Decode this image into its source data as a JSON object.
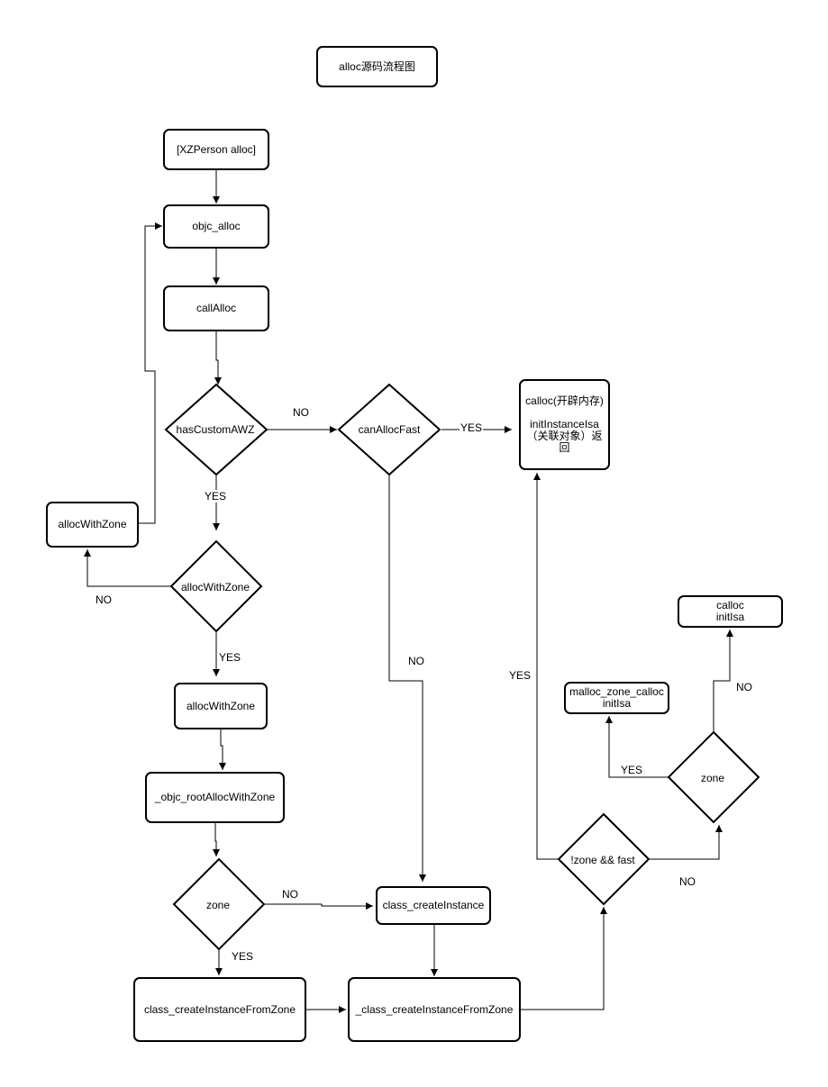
{
  "title": "alloc源码流程图",
  "nodes": {
    "xzperson_alloc": "[XZPerson alloc]",
    "objc_alloc": "objc_alloc",
    "callalloc": "callAlloc",
    "hascustomawz": "hasCustomAWZ",
    "canallocfast": "canAllocFast",
    "calloc_block": "calloc(开辟内存)\n\ninitInstanceIsa\n（关联对象）返\n回",
    "allocwithzone_left": "allocWithZone",
    "allocwithzone_decision": "allocWithZone",
    "allocwithzone_mid": "allocWithZone",
    "objc_rootallocwithzone": "_objc_rootAllocWithZone",
    "zone_decision_left": "zone",
    "class_createinstance": "class_createInstance",
    "class_createinstancefromzone": "class_createInstanceFromZone",
    "_class_createinstancefromzone": "_class_createInstanceFromZone",
    "notzone_fast": "!zone && fast",
    "zone_decision_right": "zone",
    "malloc_zone_calloc": "malloc_zone_calloc\ninitIsa",
    "calloc_initisa": "calloc\ninitIsa"
  },
  "edge_labels": {
    "hascustomawz_no": "NO",
    "hascustomawz_yes": "YES",
    "canallocfast_yes": "YES",
    "canallocfast_no": "NO",
    "allocwithzone_no": "NO",
    "allocwithzone_yes": "YES",
    "zone_left_no": "NO",
    "zone_left_yes": "YES",
    "notzone_fast_yes": "YES",
    "notzone_fast_no": "NO",
    "zone_right_yes": "YES",
    "zone_right_no": "NO"
  },
  "colors": {
    "stroke": "#000000",
    "fill": "#ffffff"
  }
}
